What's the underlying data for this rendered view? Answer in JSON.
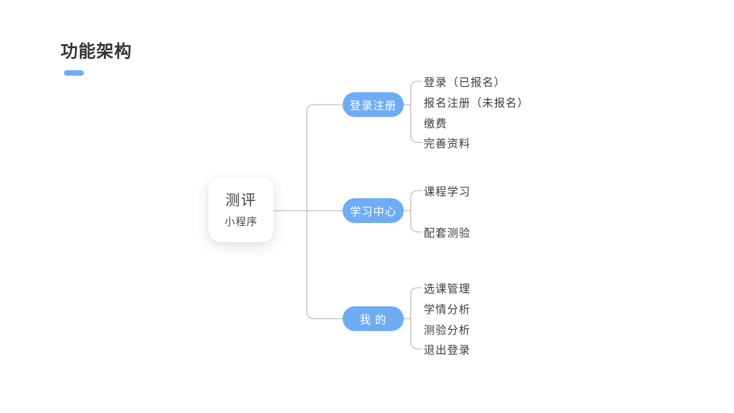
{
  "page": {
    "title": "功能架构"
  },
  "colors": {
    "accent": "#6FACF4",
    "connector_line": "#C7C7C7",
    "text_dark": "#3C3C3C"
  },
  "mindmap": {
    "root": {
      "title": "测评",
      "subtitle": "小程序"
    },
    "branches": [
      {
        "label": "登录注册",
        "children": [
          "登录（已报名）",
          "报名注册（未报名）",
          "缴费",
          "完善资料"
        ]
      },
      {
        "label": "学习中心",
        "children": [
          "课程学习",
          "配套测验"
        ]
      },
      {
        "label": "我 的",
        "children": [
          "选课管理",
          "学情分析",
          "测验分析",
          "退出登录"
        ]
      }
    ]
  }
}
